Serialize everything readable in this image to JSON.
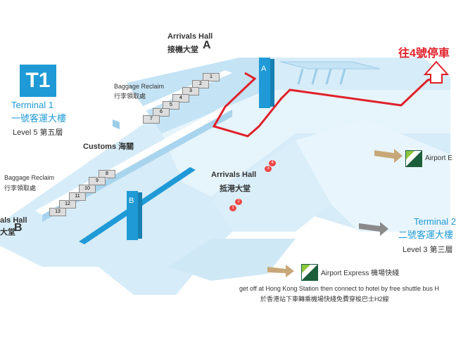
{
  "terminal1": {
    "badge": "T1",
    "name_en": "Terminal 1",
    "name_zh": "一號客運大樓",
    "level": "Level 5 第五層"
  },
  "terminal2": {
    "name_en": "Terminal 2",
    "name_zh": "二號客運大樓",
    "level": "Level 3 第三層"
  },
  "arrivals_hall_a": {
    "en": "Arrivals Hall",
    "zh": "接機大堂",
    "letter": "A"
  },
  "arrivals_hall_b": {
    "en": "als Hall",
    "zh": "大堂",
    "letter": "B"
  },
  "arrivals_hall_center": {
    "en": "Arrivals Hall",
    "zh": "抵港大堂"
  },
  "baggage_upper": {
    "en": "Baggage Reclaim",
    "zh": "行李領取處"
  },
  "baggage_lower": {
    "en": "Baggage Reclaim",
    "zh": "行李領取處"
  },
  "customs": "Customs 海關",
  "parking_label": "往4號停車",
  "exit_labels": {
    "a": "A",
    "b": "B"
  },
  "carousels_upper": [
    "1",
    "2",
    "3",
    "4",
    "5",
    "6",
    "7"
  ],
  "carousels_lower": [
    "8",
    "9",
    "10",
    "11",
    "12",
    "13"
  ],
  "counters_top": [
    "3",
    "4"
  ],
  "counters_bottom": [
    "1",
    "2"
  ],
  "airport_express_top": "Airport E",
  "airport_express_bottom": "Airport Express 機場快綫",
  "instructions_en": "get off at Hong Kong Station then connect to hotel by free shuttle bus H",
  "instructions_zh": "於香港站下車轉乘機場快綫免費穿梭巴士H2線",
  "colors": {
    "floor": "#d6ecf8",
    "accent": "#1f9ad6",
    "route": "#e0202a",
    "arrow": "#c8a878"
  }
}
